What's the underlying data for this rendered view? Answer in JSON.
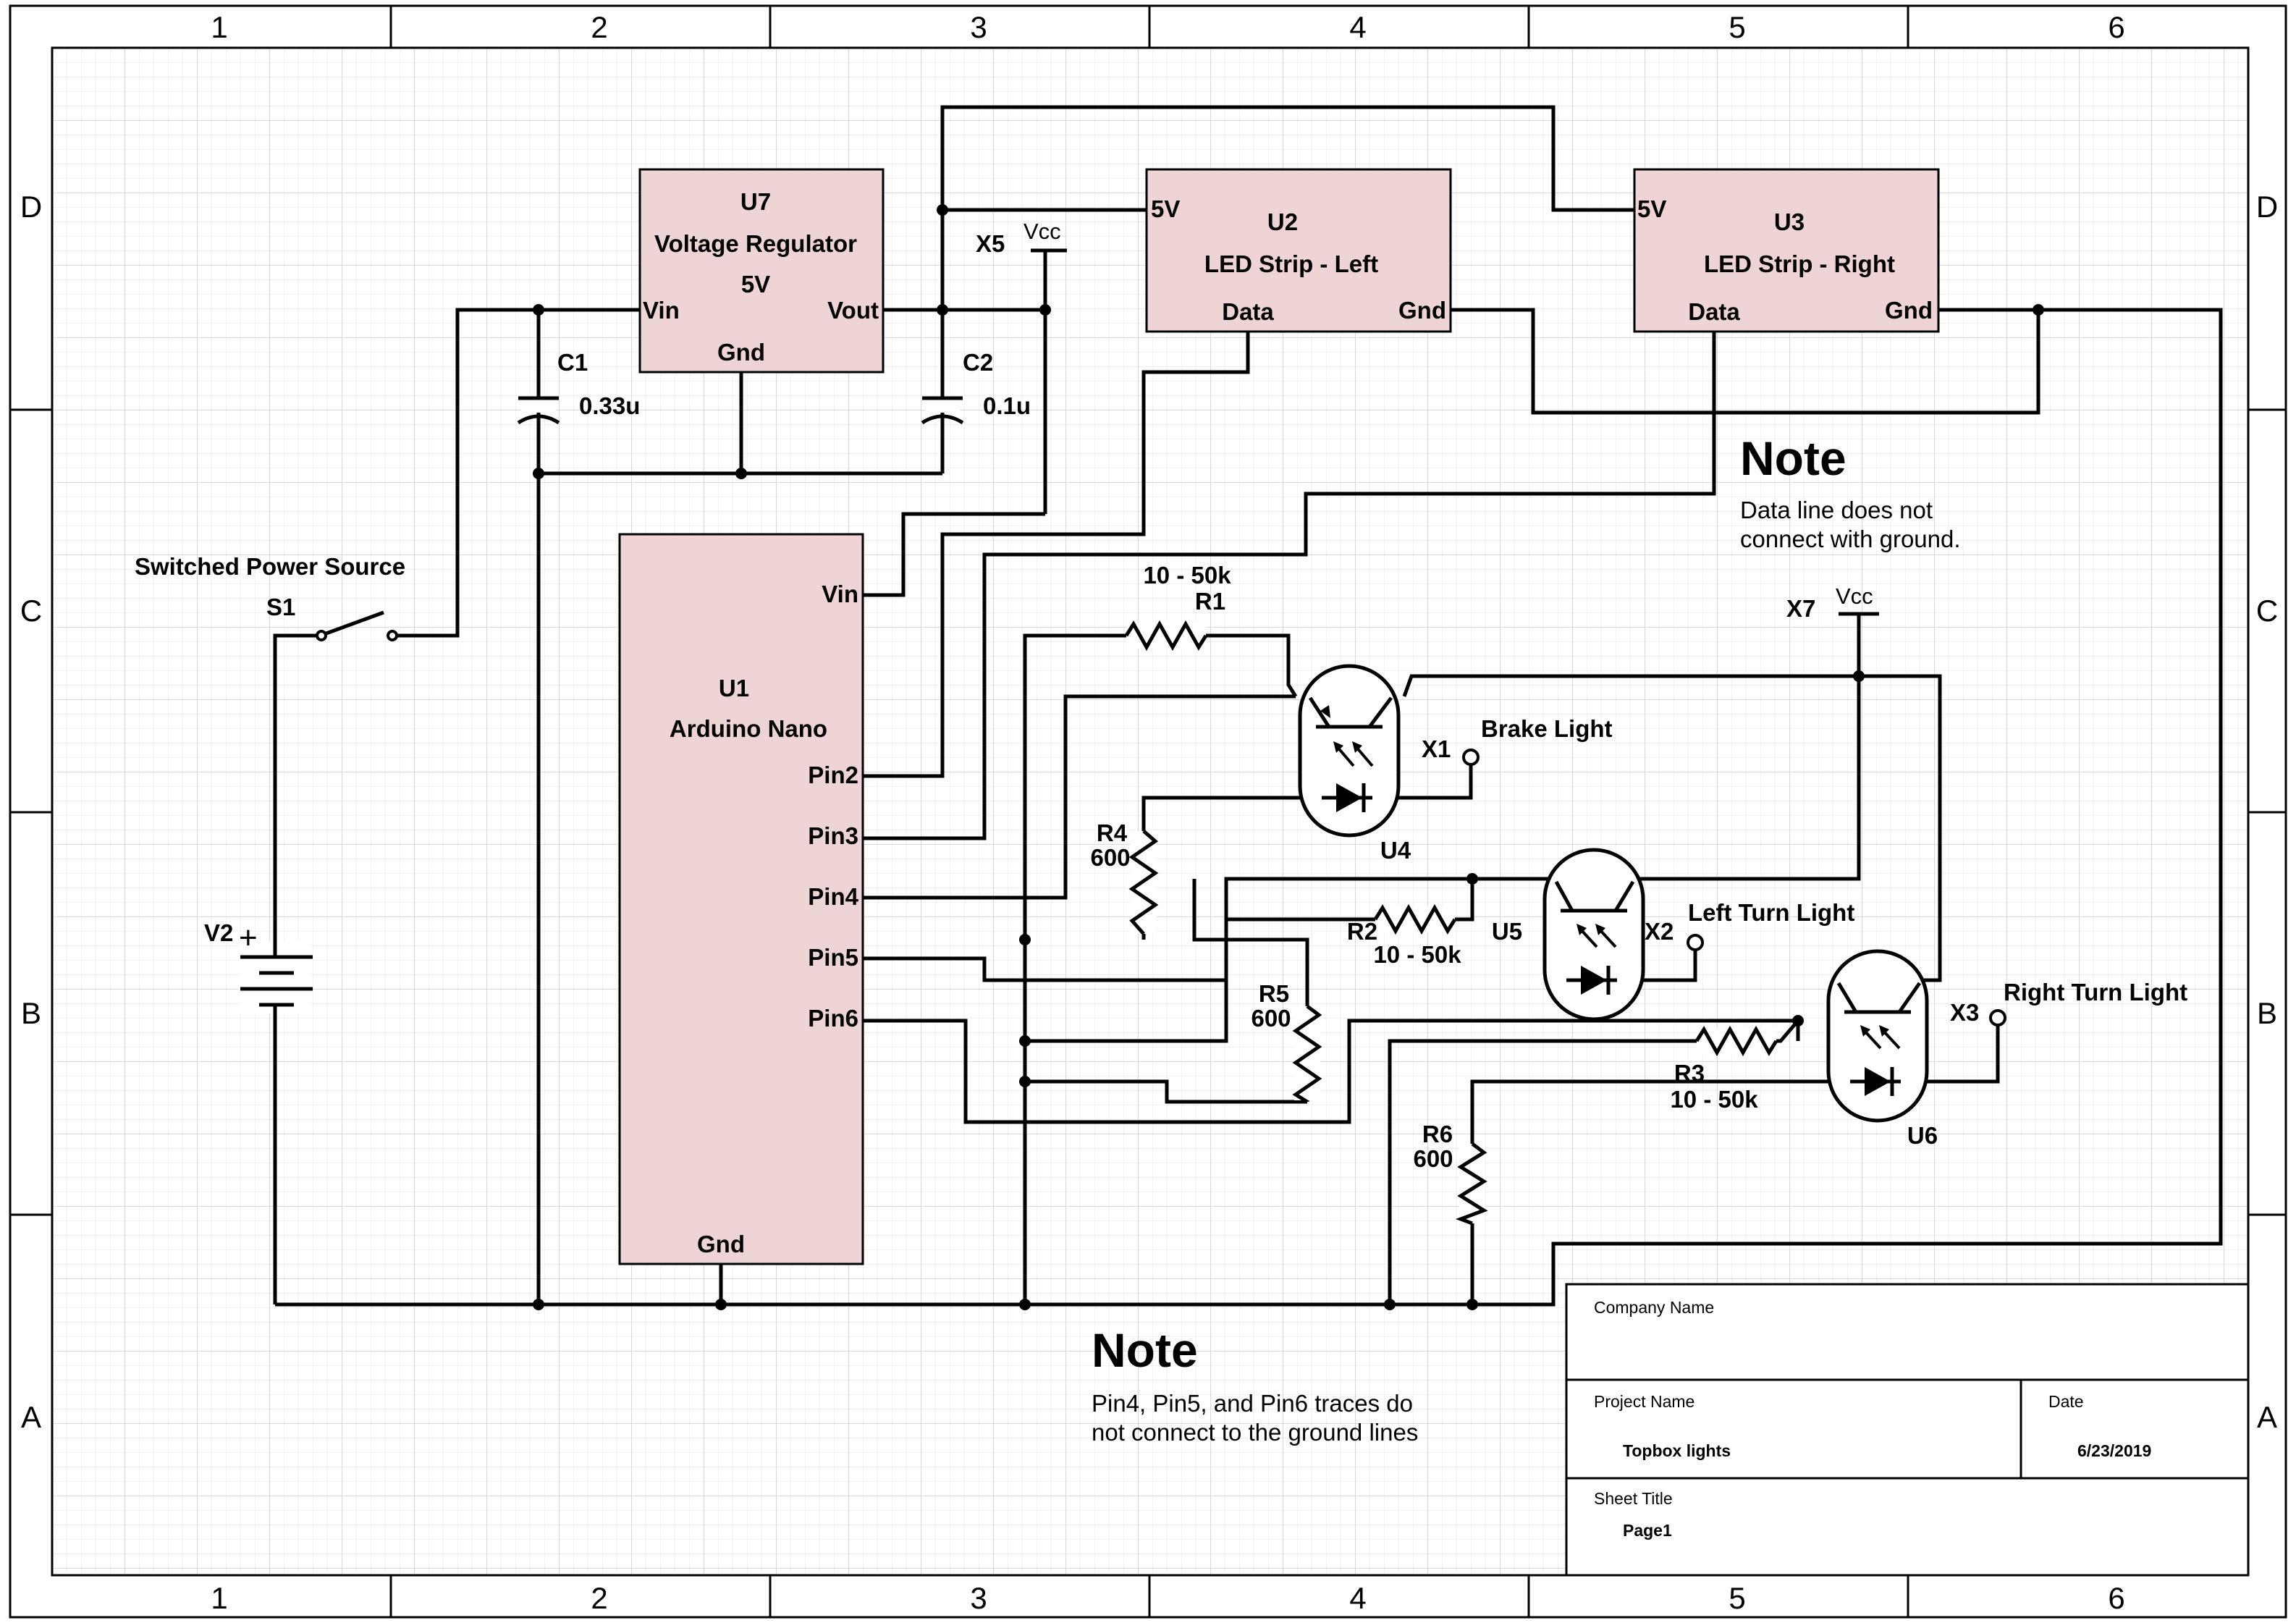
{
  "border": {
    "columns": [
      "1",
      "2",
      "3",
      "4",
      "5",
      "6"
    ],
    "rows": [
      "D",
      "C",
      "B",
      "A"
    ]
  },
  "components": {
    "u7": {
      "ref": "U7",
      "name": "Voltage Regulator",
      "value": "5V",
      "pin_vin": "Vin",
      "pin_vout": "Vout",
      "pin_gnd": "Gnd"
    },
    "u2": {
      "ref": "U2",
      "name": "LED Strip - Left",
      "pin_5v": "5V",
      "pin_data": "Data",
      "pin_gnd": "Gnd"
    },
    "u3": {
      "ref": "U3",
      "name": "LED Strip - Right",
      "pin_5v": "5V",
      "pin_data": "Data",
      "pin_gnd": "Gnd"
    },
    "u1": {
      "ref": "U1",
      "name": "Arduino Nano",
      "pins": [
        "Vin",
        "Pin2",
        "Pin3",
        "Pin4",
        "Pin5",
        "Pin6",
        "Gnd"
      ]
    },
    "c1": {
      "ref": "C1",
      "value": "0.33u"
    },
    "c2": {
      "ref": "C2",
      "value": "0.1u"
    },
    "x5": {
      "ref": "X5",
      "net": "Vcc"
    },
    "x7": {
      "ref": "X7",
      "net": "Vcc"
    },
    "s1": {
      "ref": "S1",
      "title": "Switched Power Source"
    },
    "v2": {
      "ref": "V2",
      "polarity": "+"
    },
    "r1": {
      "ref": "R1",
      "value": "10 - 50k"
    },
    "r2": {
      "ref": "R2",
      "value": "10 - 50k"
    },
    "r3": {
      "ref": "R3",
      "value": "10 - 50k"
    },
    "r4": {
      "ref": "R4",
      "value": "600"
    },
    "r5": {
      "ref": "R5",
      "value": "600"
    },
    "r6": {
      "ref": "R6",
      "value": "600"
    },
    "u4": {
      "ref": "U4"
    },
    "u5": {
      "ref": "U5"
    },
    "u6": {
      "ref": "U6"
    },
    "x1": {
      "ref": "X1",
      "label": "Brake Light"
    },
    "x2": {
      "ref": "X2",
      "label": "Left Turn Light"
    },
    "x3": {
      "ref": "X3",
      "label": "Right Turn Light"
    }
  },
  "notes": {
    "note1": {
      "heading": "Note",
      "lines": [
        "Data line does not",
        "connect with ground."
      ]
    },
    "note2": {
      "heading": "Note",
      "lines": [
        "Pin4, Pin5, and Pin6 traces do",
        "not connect to the ground lines"
      ]
    }
  },
  "title_block": {
    "company_label": "Company Name",
    "company_value": "",
    "project_label": "Project Name",
    "project_value": "Topbox lights",
    "date_label": "Date",
    "date_value": "6/23/2019",
    "sheet_label": "Sheet Title",
    "sheet_value": "Page1"
  },
  "colors": {
    "component_fill": "#eed4d4",
    "grid_minor": "#e8e8e8",
    "grid_major": "#cfcfcf",
    "wire": "#000000"
  }
}
